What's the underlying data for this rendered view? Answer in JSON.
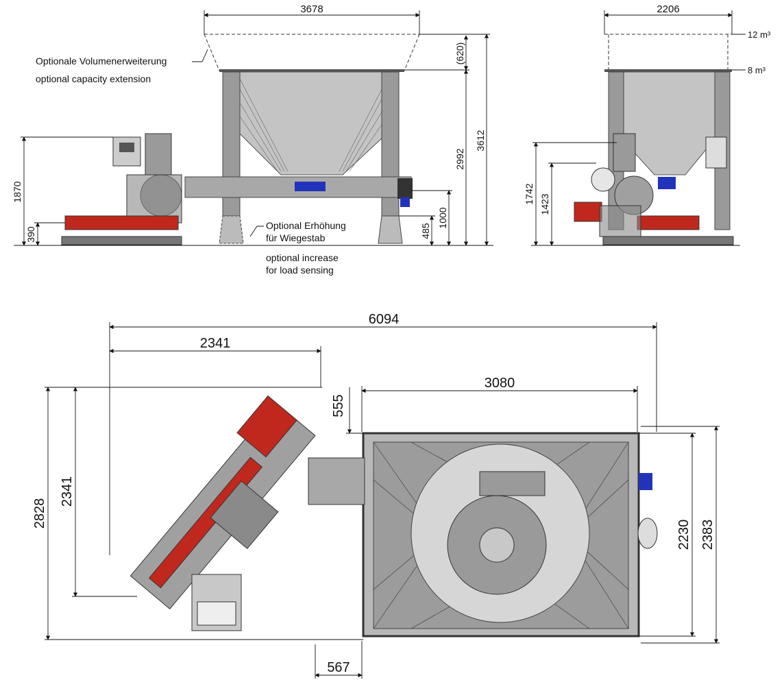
{
  "front_view": {
    "hopper_width": "3678",
    "extension_height": "(620)",
    "height_8m3": "2992",
    "height_12m3": "3612",
    "height_1000": "1000",
    "height_485": "485",
    "control_height": "1870",
    "inlet_height": "390",
    "note_extension_de": "Optionale Volumenerweiterung",
    "note_extension_en": "optional capacity extension",
    "note_increase_de_1": "Optional Erhöhung",
    "note_increase_de_2": "für Wiegestab",
    "note_increase_en_1": "optional increase",
    "note_increase_en_2": "for load sensing"
  },
  "side_view": {
    "hopper_width": "2206",
    "volume_12": "12 m³",
    "volume_8": "8 m³",
    "height_1742": "1742",
    "height_1423": "1423"
  },
  "top_view": {
    "overall_width": "6094",
    "feeder_width": "2341",
    "offset_555": "555",
    "hopper_width": "3080",
    "overall_depth": "2828",
    "feeder_depth": "2341",
    "hopper_depth_inner": "2230",
    "hopper_depth_outer": "2383",
    "offset_567": "567"
  },
  "colors": {
    "steel": "#b8b8b8",
    "frame": "#8c8c8c",
    "motor_red": "#c0281e",
    "blue": "#2233bb"
  }
}
